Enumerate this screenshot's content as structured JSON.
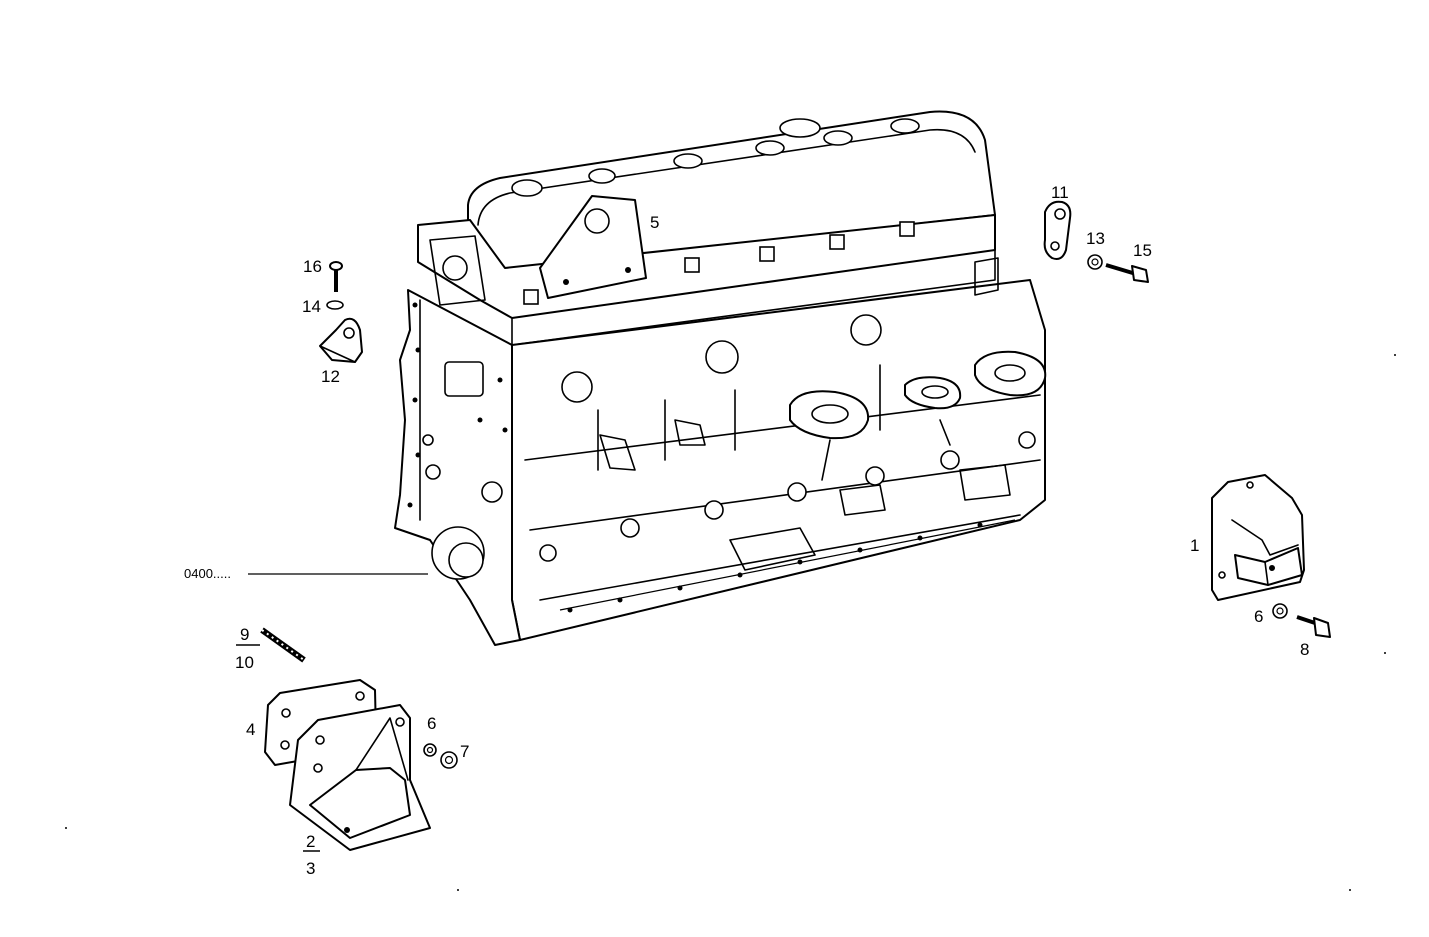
{
  "reference_label": "0400.....",
  "callouts": {
    "n1": "1",
    "n2": "2",
    "n3": "3",
    "n4": "4",
    "n5": "5",
    "n6a": "6",
    "n6b": "6",
    "n7": "7",
    "n8": "8",
    "n9": "9",
    "n10": "10",
    "n11": "11",
    "n12": "12",
    "n13": "13",
    "n14": "14",
    "n15": "15",
    "n16": "16"
  }
}
